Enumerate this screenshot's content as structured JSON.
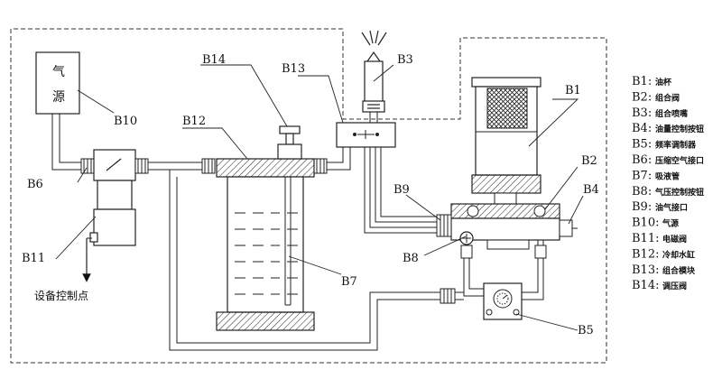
{
  "labels": {
    "B1": "B1",
    "B2": "B2",
    "B3": "B3",
    "B4": "B4",
    "B5": "B5",
    "B6": "B6",
    "B7": "B7",
    "B8": "B8",
    "B9": "B9",
    "B10": "B10",
    "B11": "B11",
    "B12": "B12",
    "B13": "B13",
    "B14": "B14"
  },
  "air_source": {
    "line1": "气",
    "line2": "源"
  },
  "control_point": "设备控制点",
  "legend": [
    {
      "key": "B1:",
      "value": "油杯"
    },
    {
      "key": "B2:",
      "value": "组合阀"
    },
    {
      "key": "B3:",
      "value": "组合喷嘴"
    },
    {
      "key": "B4:",
      "value": "油量控制按钮"
    },
    {
      "key": "B5:",
      "value": "频率调制器"
    },
    {
      "key": "B6:",
      "value": "压缩空气接口"
    },
    {
      "key": "B7:",
      "value": "吸液管"
    },
    {
      "key": "B8:",
      "value": "气压控制按钮"
    },
    {
      "key": "B9:",
      "value": "油气接口"
    },
    {
      "key": "B10:",
      "value": "气源"
    },
    {
      "key": "B11:",
      "value": "电磁阀"
    },
    {
      "key": "B12:",
      "value": "冷却水缸"
    },
    {
      "key": "B13:",
      "value": "组合模块"
    },
    {
      "key": "B14:",
      "value": "调压阀"
    }
  ]
}
